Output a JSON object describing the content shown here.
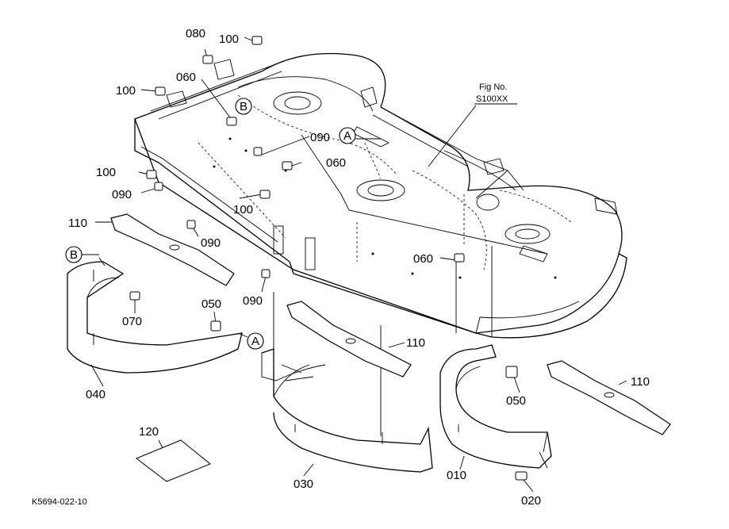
{
  "diagram": {
    "fig_label": {
      "line1": "Fig No.",
      "line2": "S100XX"
    },
    "footer_code": "K5694-022-10",
    "ref_markers": {
      "a": "A",
      "b": "B"
    },
    "labels": {
      "p080": "080",
      "p100_top": "100",
      "p100_left": "100",
      "p060_top": "060",
      "p090_mid": "090",
      "p060_mid": "060",
      "p100_lower_left": "100",
      "p090_left": "090",
      "p100_center": "100",
      "p110_left": "110",
      "p090_center": "090",
      "p060_right": "060",
      "p090_bottom": "090",
      "p070": "070",
      "p050_left": "050",
      "p040": "040",
      "p110_center": "110",
      "p050_right": "050",
      "p110_right": "110",
      "p120": "120",
      "p030": "030",
      "p010": "010",
      "p020": "020"
    }
  }
}
